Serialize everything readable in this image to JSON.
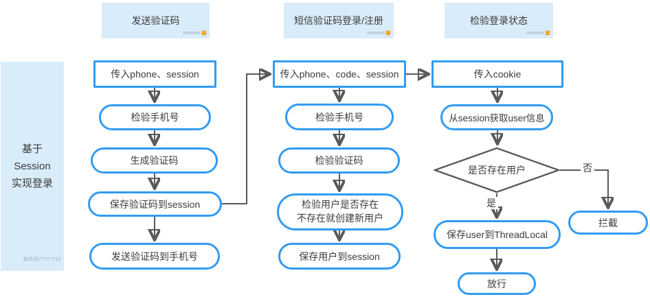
{
  "colors": {
    "node_border": "#2f9bf2",
    "container_fill": "#d9ecfa",
    "arrow": "#595959",
    "text": "#3c3c3c",
    "background": "#ffffff",
    "watermark_icon": "#f5a623"
  },
  "sidebar": {
    "title_lines": [
      "基于",
      "Session",
      "实现登录"
    ],
    "watermark": "微信用户T27T12"
  },
  "headers": [
    {
      "label": "发送验证码"
    },
    {
      "label": "短信验证码登录/注册"
    },
    {
      "label": "检验登录状态"
    }
  ],
  "flows": {
    "send_code": {
      "input": "传入phone、session",
      "steps": [
        "检验手机号",
        "生成验证码",
        "保存验证码到session",
        "发送验证码到手机号"
      ]
    },
    "login_register": {
      "input": "传入phone、code、session",
      "steps": [
        "检验手机号",
        "检验验证码"
      ],
      "check_user_line1": "检验用户是否存在",
      "check_user_line2": "不存在就创建新用户",
      "save_user": "保存用户到session"
    },
    "check_login": {
      "input": "传入cookie",
      "get_user": "从session获取user信息",
      "decision": "是否存在用户",
      "yes_label": "是",
      "no_label": "否",
      "save_threadlocal": "保存user到ThreadLocal",
      "pass": "放行",
      "intercept": "拦截"
    }
  }
}
